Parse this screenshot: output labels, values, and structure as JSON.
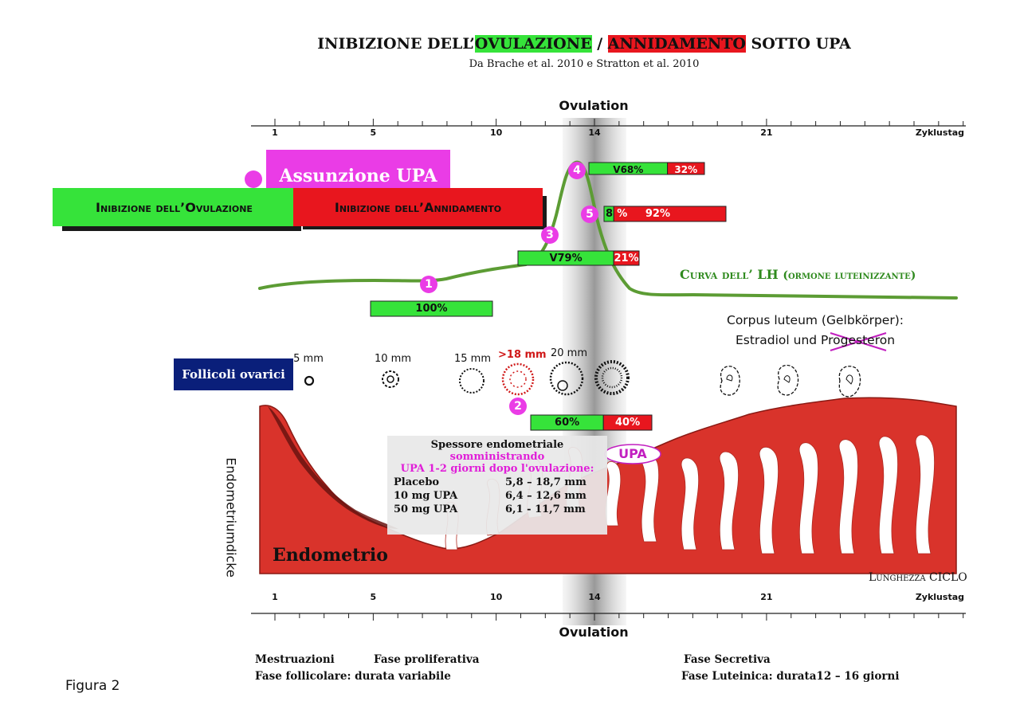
{
  "title": {
    "part1": "INIBIZIONE DELL’",
    "ovulazione": "OVULAZIONE",
    "separator": " / ",
    "annidamento": "ANNIDAMENTO",
    "part2": " SOTTO UPA"
  },
  "subtitle": "Da Brache et al. 2010 e Stratton et al. 2010",
  "axis": {
    "top_label": "Ovulation",
    "bottom_label": "Ovulation",
    "unit": "Zyklustag",
    "ticks": [
      "1",
      "5",
      "10",
      "14",
      "21"
    ],
    "tick_days": [
      1,
      5,
      10,
      14,
      21
    ],
    "range_days": [
      0,
      29
    ]
  },
  "legend_boxes": {
    "assunzione": "Assunzione UPA",
    "inib_ovulazione": "Inibizione dell’Ovulazione",
    "inib_annidamento": "Inibizione dell’Annidamento"
  },
  "lh_curve_label": {
    "main": "Curva dell’ LH",
    "paren": "(ormone luteinizzante)"
  },
  "markers": [
    "1",
    "2",
    "3",
    "4",
    "5"
  ],
  "inhibition_bars": [
    {
      "id": "1",
      "green_label": "100%",
      "red_label": "",
      "green_fraction": 1.0
    },
    {
      "id": "2",
      "green_label": "60%",
      "red_label": "40%",
      "green_fraction": 0.6
    },
    {
      "id": "3",
      "green_label": "V79%",
      "red_label": "21%",
      "green_fraction": 0.79
    },
    {
      "id": "4",
      "green_label": "V68%",
      "red_label": "32%",
      "green_fraction": 0.68
    },
    {
      "id": "5",
      "green_label": "8",
      "red_label": "%     92%",
      "green_fraction": 0.08
    }
  ],
  "follicles": {
    "label": "Follicoli ovarici",
    "sizes": [
      "5 mm",
      "10 mm",
      "15 mm",
      ">18 mm",
      "20 mm"
    ]
  },
  "corpus_luteum": {
    "line1": "Corpus luteum (Gelbkörper):",
    "line2_a": "Estradiol und ",
    "line2_b": "Progesteron"
  },
  "endometrium": {
    "label": "Endometrio",
    "axis_label": "Endometriumdicke",
    "upa_badge": "UPA"
  },
  "thickness_table": {
    "title": "Spessore endometriale",
    "subtitle1": "somministrando",
    "subtitle2": "UPA  1-2 giorni dopo l'ovulazione:",
    "rows": [
      {
        "label": "Placebo",
        "value": "5,8 – 18,7 mm"
      },
      {
        "label": "10 mg UPA",
        "value": "6,4 – 12,6 mm"
      },
      {
        "label": "50 mg UPA",
        "value": "6,1 -  11,7 mm"
      }
    ]
  },
  "cycle_length_label": "Lunghezza CICLO",
  "footer": {
    "mestruazioni": "Mestruazioni",
    "proliferativa": "Fase proliferativa",
    "follicolare": "Fase follicolare: durata variabile",
    "secretiva": "Fase Secretiva",
    "luteinica": "Fase  Luteinica: durata12 – 16 giorni"
  },
  "figure_caption": "Figura 2",
  "colors": {
    "green": "#36e33a",
    "red": "#e8161e",
    "magenta": "#ea3ce6",
    "lh_curve": "#5c9c34",
    "navy": "#0a1f7a",
    "endometrium": "#d9332b"
  }
}
